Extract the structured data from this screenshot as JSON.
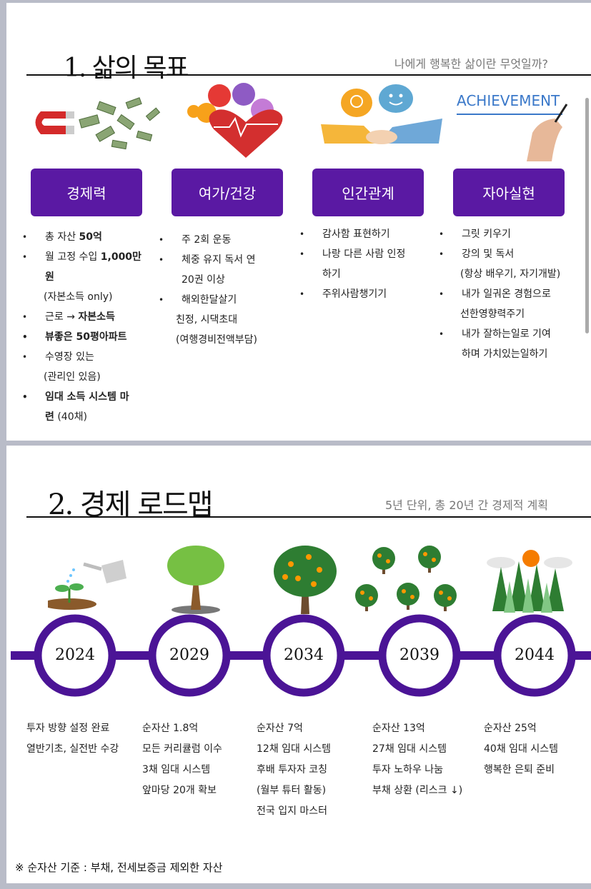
{
  "slide1": {
    "title": "1. 삶의 목표",
    "subtitle": "나에게 행복한 삶이란 무엇일까?",
    "achievement_text": "ACHIEVEMENT",
    "categories": [
      "경제력",
      "여가/건강",
      "인간관계",
      "자아실현"
    ],
    "col1": {
      "l1a": "총 자산 ",
      "l1b": "50억",
      "l2a": "월 고정 수입 ",
      "l2b": "1,000만",
      "l2c": "원",
      "l2d": "(자본소득 only)",
      "l3a": "근로 → ",
      "l3b": "자본소득",
      "l4": "뷰좋은 50평아파트",
      "l5": "수영장 있는",
      "l5b": "(관리인 있음)",
      "l6a": "임대 소득 시스템 마",
      "l6b": "련",
      "l6c": " (40채)"
    },
    "col2": {
      "l1": "주 2회 운동",
      "l2": "체중 유지 독서 연",
      "l2b": "20권 이상",
      "l3": "해외한달살기",
      "l3b": "친정, 시댁초대",
      "l3c": "(여행경비전액부담)"
    },
    "col3": {
      "l1": "감사함 표현하기",
      "l2": "나랑 다른 사람 인정",
      "l2b": "하기",
      "l3": "주위사람챙기기"
    },
    "col4": {
      "l1": "그릿 키우기",
      "l2": "강의 및 독서",
      "l2b": "(항상 배우기, 자기개발)",
      "l3": "내가 일궈온 경험으로",
      "l3b": "선한영향력주기",
      "l4": "내가 잘하는일로 기여",
      "l4b": "하며 가치있는일하기"
    }
  },
  "slide2": {
    "title": "2. 경제 로드맵",
    "subtitle": "5년 단위, 총 20년 간 경제적 계획",
    "years": [
      "2024",
      "2029",
      "2034",
      "2039",
      "2044"
    ],
    "milestones": [
      [
        "투자 방향 설정 완료",
        "열반기초, 실전반 수강"
      ],
      [
        "순자산 1.8억",
        "모든 커리큘럼 이수",
        "3채 임대 시스템",
        "앞마당 20개 확보"
      ],
      [
        "순자산 7억",
        "12채 임대 시스템",
        "후배 투자자 코칭",
        "(월부 튜터 활동)",
        "전국 입지 마스터"
      ],
      [
        "순자산 13억",
        "27채 임대 시스템",
        "투자 노하우 나눔",
        "부채 상환 (리스크 ↓)"
      ],
      [
        "순자산 25억",
        "40채 임대 시스템",
        "행복한 은퇴 준비"
      ]
    ],
    "footnote": "※ 순자산 기준 : 부채, 전세보증금 제외한 자산"
  },
  "colors": {
    "purple": "#5a19a3",
    "timeline": "#4b1496"
  }
}
